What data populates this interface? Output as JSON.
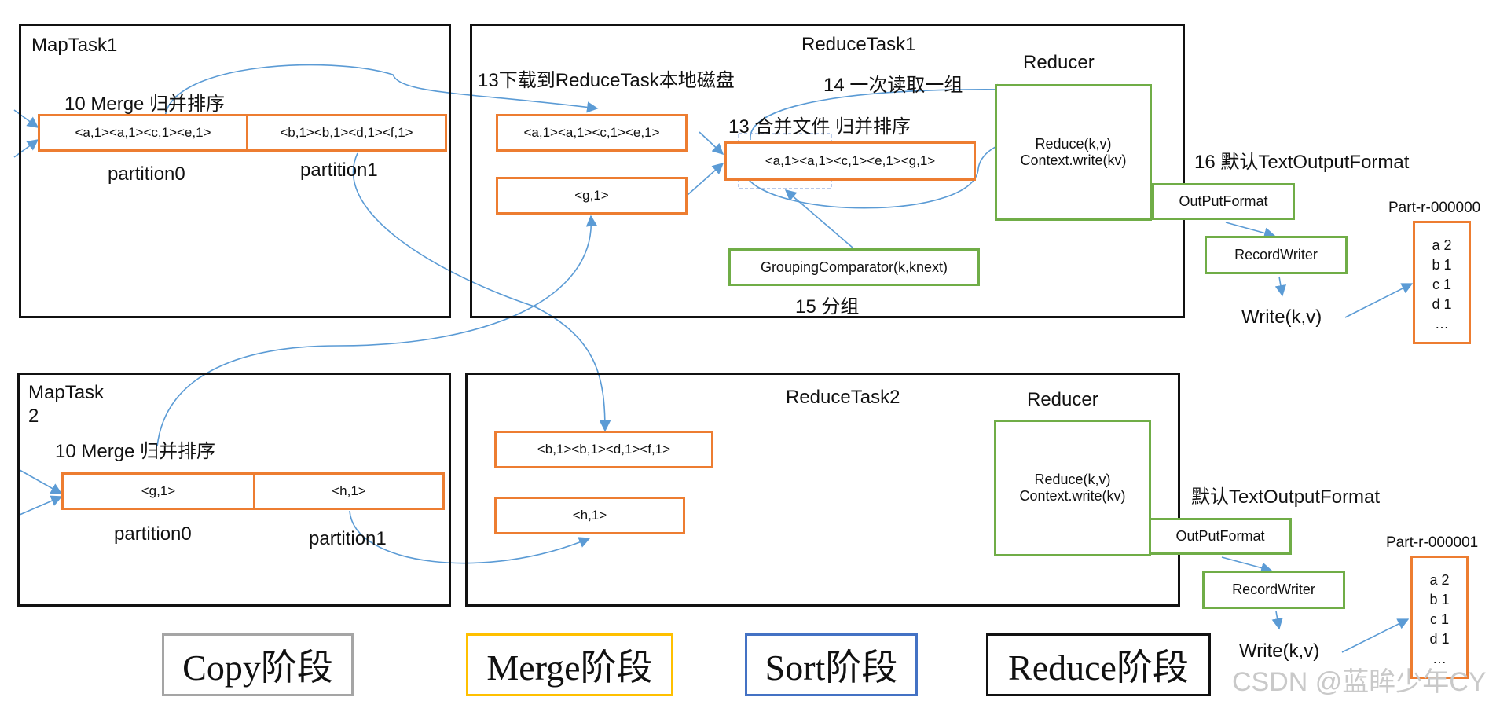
{
  "colors": {
    "copy_border": "#A5A5A5",
    "merge_border": "#FFC000",
    "sort_border": "#4472C4",
    "reduce_border": "#111111",
    "orange_box": "#ED7D31",
    "green_box": "#70AD47",
    "arrow": "#5B9BD5"
  },
  "maptask1": {
    "title": "MapTask1",
    "merge_label": "10 Merge 归并排序",
    "partition0_box": "<a,1><a,1><c,1><e,1>",
    "partition1_box": "<b,1><b,1><d,1><f,1>",
    "partition0_label": "partition0",
    "partition1_label": "partition1"
  },
  "maptask2": {
    "title_line1": "MapTask",
    "title_line2": "2",
    "merge_label": "10 Merge 归并排序",
    "partition0_box": "<g,1>",
    "partition1_box": "<h,1>",
    "partition0_label": "partition0",
    "partition1_label": "partition1"
  },
  "reducetask1": {
    "title": "ReduceTask1",
    "download_label": "13下载到ReduceTask本地磁盘",
    "box_a": "<a,1><a,1><c,1><e,1>",
    "box_g": "<g,1>",
    "merge_label": "13 合并文件 归并排序",
    "merged_box": "<a,1><a,1><c,1><e,1><g,1>",
    "read_label": "14 一次读取一组",
    "grouping_box": "GroupingComparator(k,knext)",
    "grouping_label": "15 分组",
    "reducer_title": "Reducer",
    "reducer_line1": "Reduce(k,v)",
    "reducer_line2": "Context.write(kv)"
  },
  "reducetask2": {
    "title": "ReduceTask2",
    "box_b": "<b,1><b,1><d,1><f,1>",
    "box_h": "<h,1>",
    "reducer_title": "Reducer",
    "reducer_line1": "Reduce(k,v)",
    "reducer_line2": "Context.write(kv)"
  },
  "output1": {
    "format_label": "16 默认TextOutputFormat",
    "outputformat_box": "OutPutFormat",
    "recordwriter_box": "RecordWriter",
    "write_label": "Write(k,v)",
    "file_name": "Part-r-000000",
    "file_lines": [
      "a 2",
      "b 1",
      "c 1",
      "d 1",
      "…"
    ]
  },
  "output2": {
    "format_label": "默认TextOutputFormat",
    "outputformat_box": "OutPutFormat",
    "recordwriter_box": "RecordWriter",
    "write_label": "Write(k,v)",
    "file_name": "Part-r-000001",
    "file_lines": [
      "a 2",
      "b 1",
      "c 1",
      "d 1",
      "…"
    ]
  },
  "legend": {
    "copy": "Copy阶段",
    "merge": "Merge阶段",
    "sort": "Sort阶段",
    "reduce": "Reduce阶段"
  },
  "watermark": "CSDN @蓝眸少年CY"
}
